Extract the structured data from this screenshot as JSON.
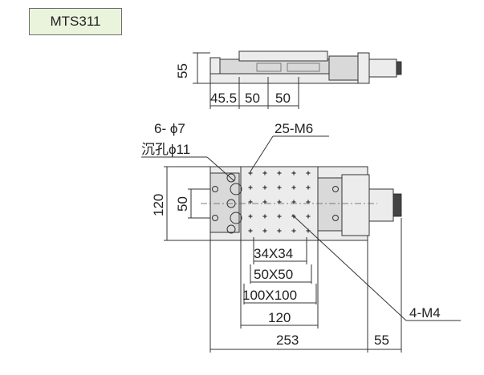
{
  "model": "MTS311",
  "labels": {
    "side_height": "55",
    "side_w1": "45.5",
    "side_w2": "50",
    "side_w3": "50",
    "hole_spec": "6- ϕ7",
    "counterbore_spec": "沉孔ϕ11",
    "thread_grid": "25-M6",
    "height_120": "120",
    "height_50": "50",
    "pitch_34": "34X34",
    "pitch_50": "50X50",
    "pitch_100": "100X100",
    "width_120": "120",
    "width_253": "253",
    "width_55": "55",
    "mount_holes": "4-M4"
  }
}
